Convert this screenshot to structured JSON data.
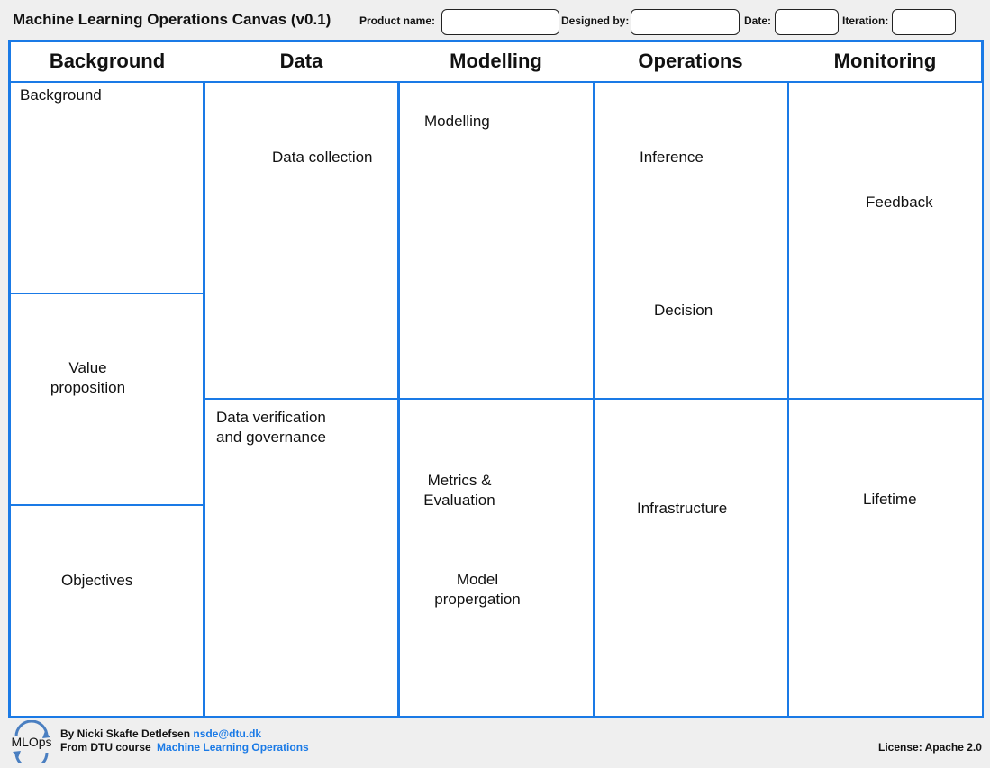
{
  "header": {
    "title": "Machine Learning Operations Canvas (v0.1)",
    "fields": {
      "product_name_label": "Product name:",
      "product_name_value": "",
      "designed_by_label": "Designed by:",
      "designed_by_value": "",
      "date_label": "Date:",
      "date_value": "",
      "iteration_label": "Iteration:",
      "iteration_value": ""
    }
  },
  "columns": {
    "background": "Background",
    "data": "Data",
    "modelling": "Modelling",
    "operations": "Operations",
    "monitoring": "Monitoring"
  },
  "cells": {
    "background": "Background",
    "value_line1": "Value",
    "value_line2": "proposition",
    "objectives": "Objectives",
    "data_collection": "Data collection",
    "data_verification_line1": "Data verification",
    "data_verification_line2": "and governance",
    "modelling": "Modelling",
    "metrics_line1": "Metrics &",
    "metrics_line2": "Evaluation",
    "model_prop_line1": "Model",
    "model_prop_line2": "propergation",
    "inference": "Inference",
    "decision": "Decision",
    "infrastructure": "Infrastructure",
    "feedback": "Feedback",
    "lifetime": "Lifetime"
  },
  "footer": {
    "logo_text": "MLOps",
    "author_prefix": "By Nicki Skafte Detlefsen",
    "author_email": "nsde@dtu.dk",
    "course_prefix": "From DTU course",
    "course_name": "Machine Learning Operations",
    "license": "License: Apache 2.0"
  },
  "colors": {
    "accent": "#1a7ae6",
    "page_bg": "#efefef"
  }
}
